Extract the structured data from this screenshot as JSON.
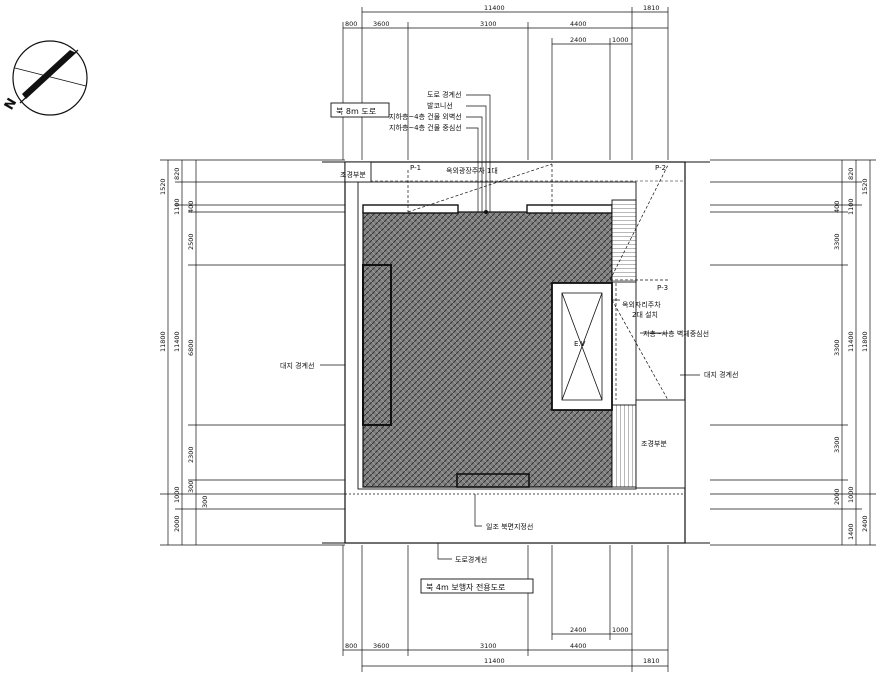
{
  "north": {
    "letter": "N"
  },
  "dims": {
    "top": {
      "total": "11400",
      "right_extra": "1810",
      "s1": "800",
      "s2": "3600",
      "s3": "3100",
      "s4": "4400",
      "s5": "2400",
      "s6": "1000"
    },
    "bottom": {
      "total": "11400",
      "right_extra": "1810",
      "s1": "800",
      "s2": "3600",
      "s3": "3100",
      "s4": "4400",
      "s5": "2400",
      "s6": "1000"
    },
    "left": {
      "total": "11800",
      "inner": "11400",
      "a1": "1520",
      "a2": "820",
      "a3": "1100",
      "a4": "400",
      "a5": "2500",
      "a6": "6800",
      "a7": "2300",
      "a8": "1000",
      "a9": "2000",
      "a10": "300",
      "a11": "300"
    },
    "right": {
      "total": "11800",
      "inner": "11400",
      "b1": "1520",
      "b2": "820",
      "b3": "1100",
      "b4": "400",
      "b5": "3300",
      "b6": "3300",
      "b7": "3300",
      "b8": "1000",
      "b9": "2000",
      "b10": "1400",
      "b11": "2400"
    }
  },
  "labels": {
    "road_top": "북 8m 도로",
    "road_bottom": "북 4m 보행자 전용도로",
    "road_line": "도로 경계선",
    "balcony": "발코니선",
    "b1_outer": "지하층~4층 건물 외벽선",
    "b1_center": "지하층~4층 건물 중심선",
    "outdoor_parking": "옥외광장주차 1대",
    "landscape_top": "조경부분",
    "landscape_right": "조경부분",
    "p1": "P-1",
    "p2": "P-2",
    "p3": "P-3",
    "mech_parking_1": "옥외자리주차",
    "mech_parking_2": "2대 설치",
    "wall_center": "지층~사층 벽체중심선",
    "site_left": "대지 경계선",
    "site_right": "대지 경계선",
    "daylight": "일조 북면지정선",
    "road_bottom_line": "도로경계선",
    "elevator": "E.V"
  }
}
